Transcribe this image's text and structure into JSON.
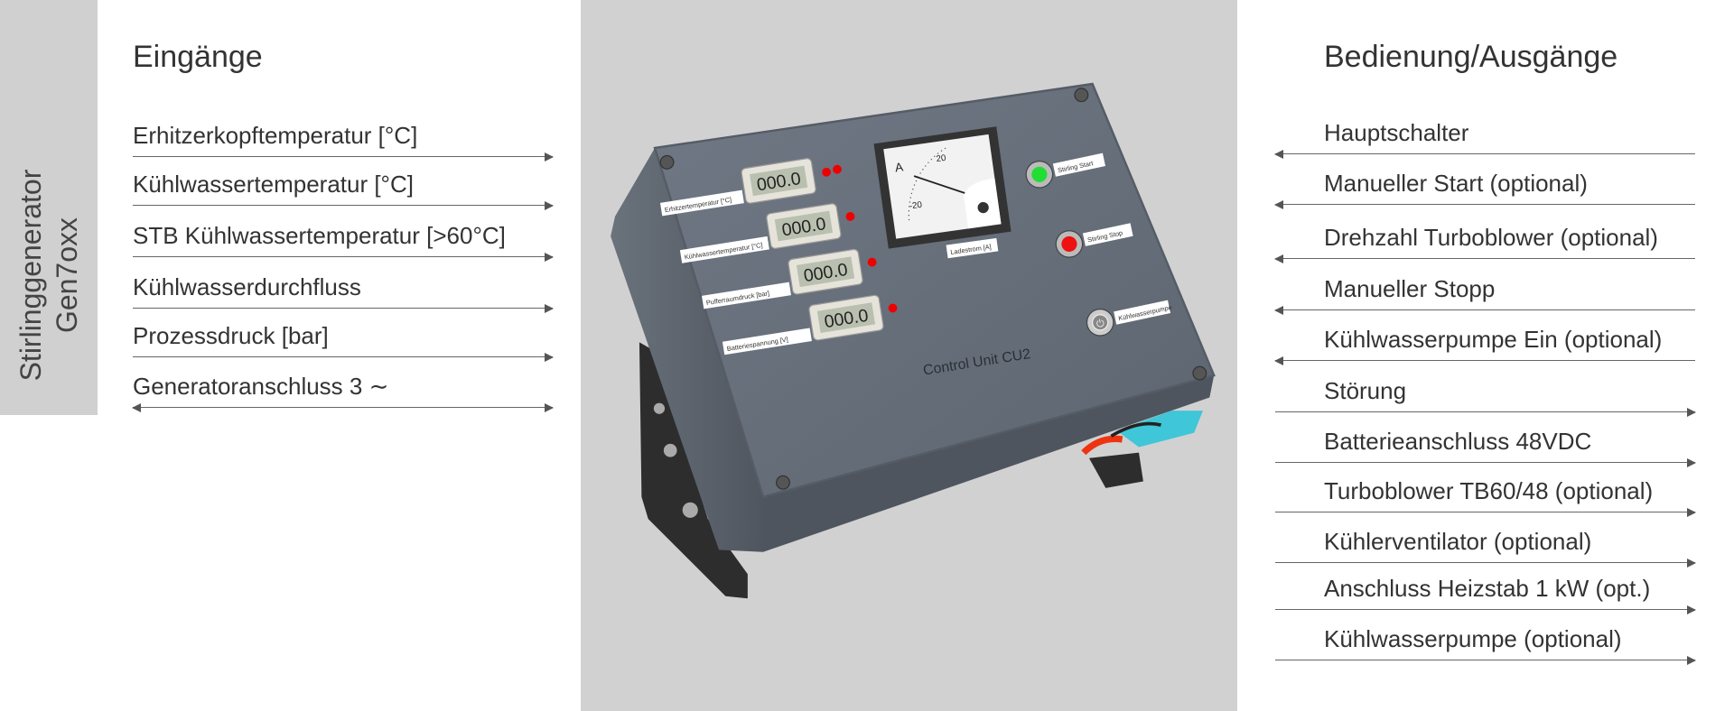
{
  "sidebar": {
    "title_line1": "Stirlinggenerator",
    "title_line2": "Gen7oxx"
  },
  "inputs": {
    "heading": "Eingänge",
    "items": [
      {
        "label": "Erhitzerkopftemperatur [°C]",
        "direction": "right"
      },
      {
        "label": "Kühlwassertemperatur [°C]",
        "direction": "right"
      },
      {
        "label": "STB Kühlwassertemperatur [>60°C]",
        "direction": "right"
      },
      {
        "label": "Kühlwasserdurchfluss",
        "direction": "right"
      },
      {
        "label": "Prozessdruck [bar]",
        "direction": "right"
      },
      {
        "label": "Generatoranschluss 3 ∼",
        "direction": "both"
      }
    ]
  },
  "outputs": {
    "heading": "Bedienung/Ausgänge",
    "items": [
      {
        "label": "Hauptschalter",
        "direction": "left"
      },
      {
        "label": "Manueller Start (optional)",
        "direction": "left"
      },
      {
        "label": "Drehzahl Turboblower (optional)",
        "direction": "left"
      },
      {
        "label": "Manueller Stopp",
        "direction": "left"
      },
      {
        "label": "Kühlwasserpumpe Ein (optional)",
        "direction": "left"
      },
      {
        "label": "Störung",
        "direction": "right"
      },
      {
        "label": "Batterieanschluss 48VDC",
        "direction": "right"
      },
      {
        "label": "Turboblower TB60/48 (optional)",
        "direction": "right"
      },
      {
        "label": "Kühlerventilator (optional)",
        "direction": "right"
      },
      {
        "label": "Anschluss Heizstab 1 kW (opt.)",
        "direction": "right"
      },
      {
        "label": "Kühlwasserpumpe (optional)",
        "direction": "right"
      }
    ]
  },
  "device": {
    "name": "Control Unit CU2",
    "displays": [
      {
        "label": "Erhitzertemperatur [°C]",
        "value": "000.0"
      },
      {
        "label": "Kühlwassertemperatur [°C]",
        "value": "000.0"
      },
      {
        "label": "Pufferraumdruck [bar]",
        "value": "000.0"
      },
      {
        "label": "Batteriespannung [V]",
        "value": "000.0"
      }
    ],
    "meter": {
      "unit": "A",
      "max": "20",
      "min": "-20",
      "label": "Ladestrom [A]"
    },
    "buttons": [
      {
        "label": "Stirling Start",
        "color": "#22dd33"
      },
      {
        "label": "Stirling Stop",
        "color": "#ee1111"
      },
      {
        "label": "Kühlwasserpumpe",
        "color": "#888888"
      }
    ]
  }
}
